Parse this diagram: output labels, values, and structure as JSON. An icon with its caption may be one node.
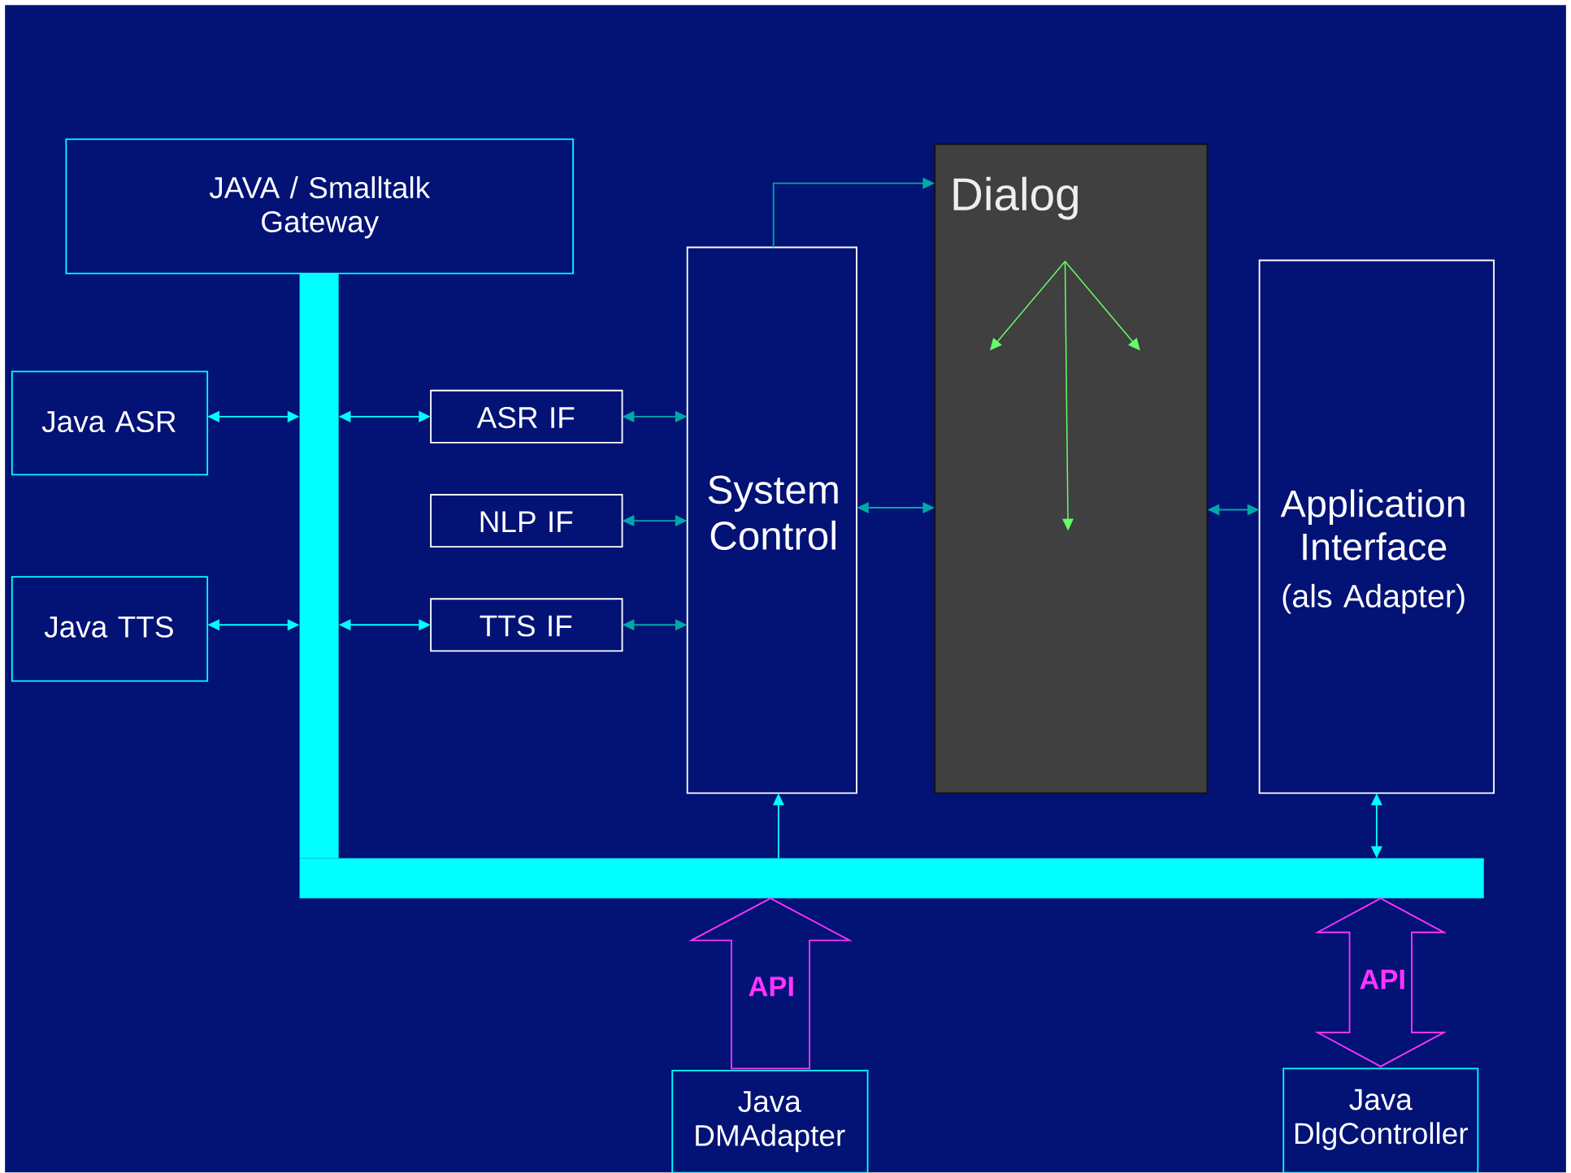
{
  "diagram": {
    "nodes": [
      {
        "text": [
          "JAVA / Smalltalk Gateway"
        ]
      },
      {
        "text": [
          "Java ASR"
        ]
      },
      {
        "text": [
          "Java TTS"
        ]
      },
      {
        "text": [
          "ASR IF"
        ]
      },
      {
        "text": [
          "NLP IF"
        ]
      },
      {
        "text": [
          "TTS IF"
        ]
      },
      {
        "text": [
          "System Control"
        ]
      },
      {
        "text": [
          "Dialog"
        ]
      },
      {
        "text": [
          "Application Interface",
          "(als Adapter)"
        ]
      },
      {
        "text": [
          "Java DMAdapter"
        ]
      },
      {
        "text": [
          "Java DlgController"
        ]
      },
      {
        "text": [],
        "shape": "bar"
      },
      {
        "text": [],
        "shape": "bar"
      }
    ],
    "edges": [
      {
        "from": 1,
        "to": 11,
        "arrow": "both",
        "color": "#00ffff"
      },
      {
        "from": 11,
        "to": 3,
        "arrow": "both",
        "color": "#00ffff"
      },
      {
        "from": 2,
        "to": 11,
        "arrow": "both",
        "color": "#00ffff"
      },
      {
        "from": 11,
        "to": 5,
        "arrow": "both",
        "color": "#00ffff"
      },
      {
        "from": 3,
        "to": 6,
        "arrow": "both",
        "color": "#00a8a8"
      },
      {
        "from": 4,
        "to": 6,
        "arrow": "both",
        "color": "#00a8a8"
      },
      {
        "from": 5,
        "to": 6,
        "arrow": "both",
        "color": "#00a8a8"
      },
      {
        "from": 6,
        "to": 7,
        "arrow": "to",
        "color": "#00a8a8"
      },
      {
        "from": 6,
        "to": 7,
        "arrow": "both",
        "color": "#00a8a8"
      },
      {
        "from": 7,
        "to": 8,
        "arrow": "both",
        "color": "#00a8a8"
      },
      {
        "from": 12,
        "to": 6,
        "arrow": "to",
        "color": "#00ffff"
      },
      {
        "from": 8,
        "to": 12,
        "arrow": "both",
        "color": "#00ffff"
      },
      {
        "from": 9,
        "to": 12,
        "arrow": "to",
        "label": "API",
        "color": "#ff33ff"
      },
      {
        "from": 10,
        "to": 12,
        "arrow": "both",
        "label": "API",
        "color": "#ff33ff"
      }
    ]
  }
}
